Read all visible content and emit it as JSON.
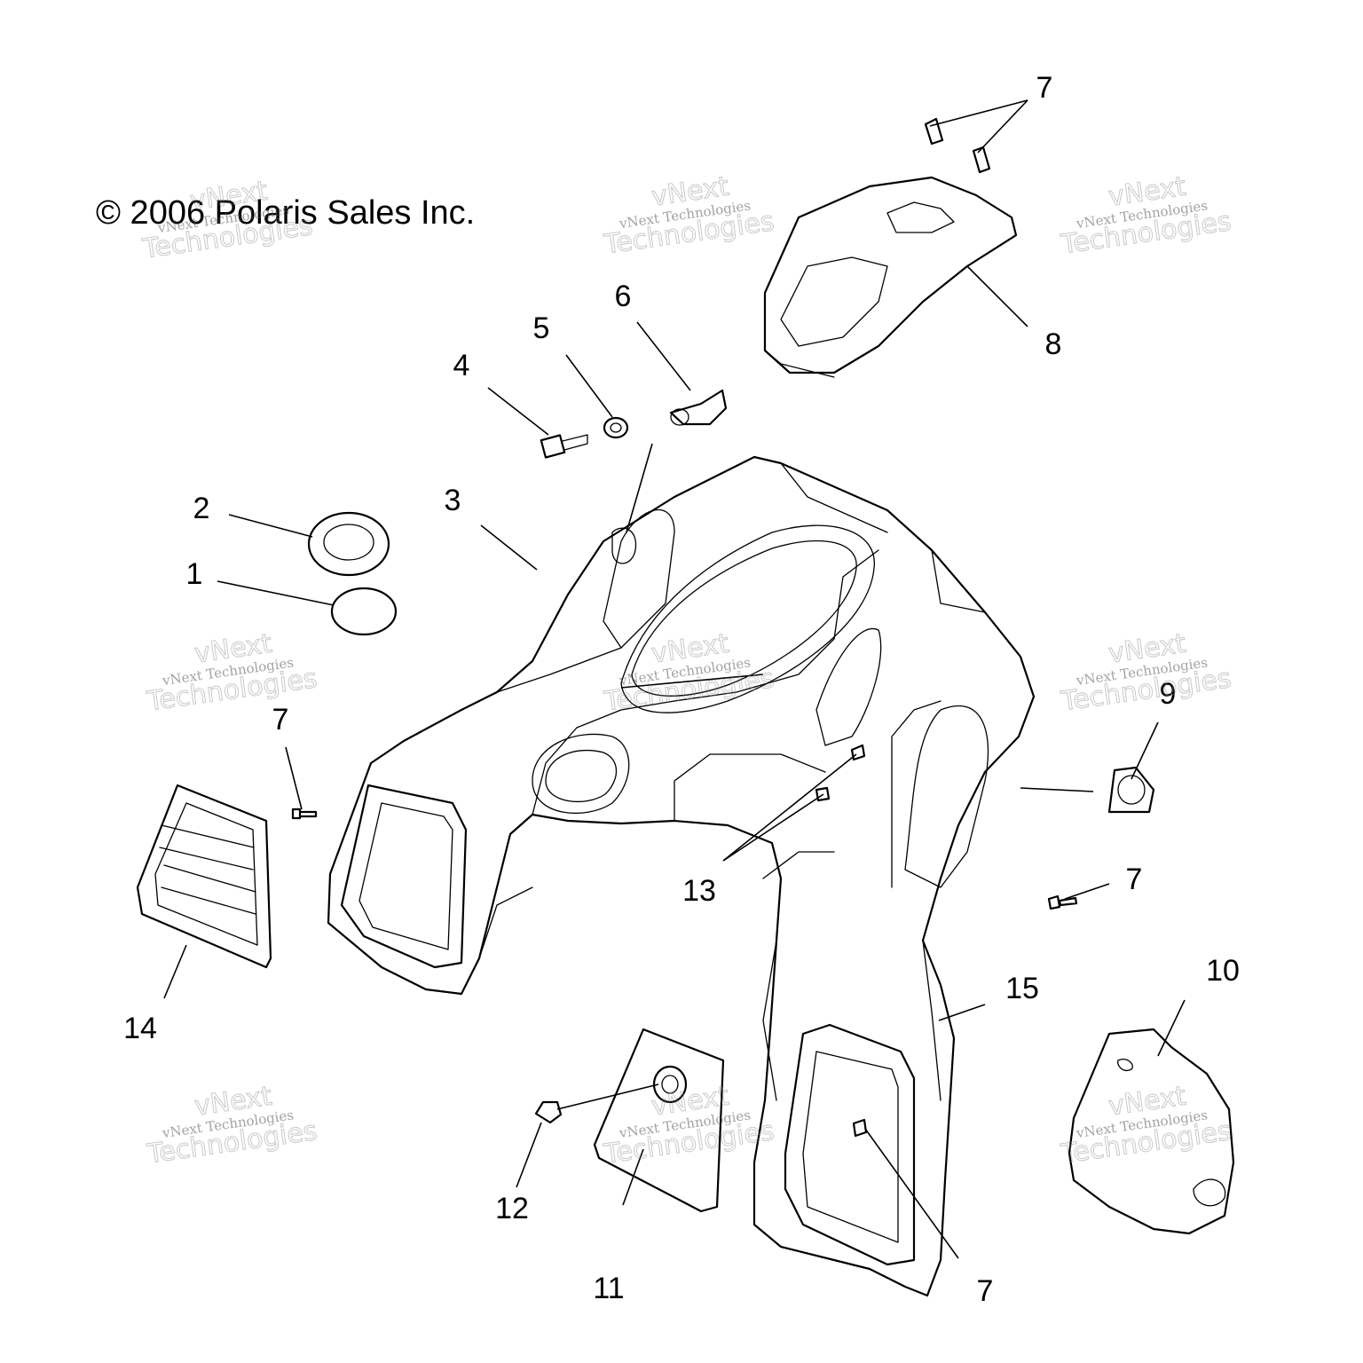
{
  "copyright": "© 2006 Polaris Sales Inc.",
  "watermark": {
    "line1": "vNext Technologies",
    "line2": "vNext",
    "line3": "Technologies"
  },
  "callouts": {
    "c1": "1",
    "c2": "2",
    "c3": "3",
    "c4": "4",
    "c5": "5",
    "c6": "6",
    "c7a": "7",
    "c7b": "7",
    "c7c": "7",
    "c7d": "7",
    "c8": "8",
    "c9": "9",
    "c10": "10",
    "c11": "11",
    "c12": "12",
    "c13": "13",
    "c14": "14",
    "c15": "15"
  }
}
